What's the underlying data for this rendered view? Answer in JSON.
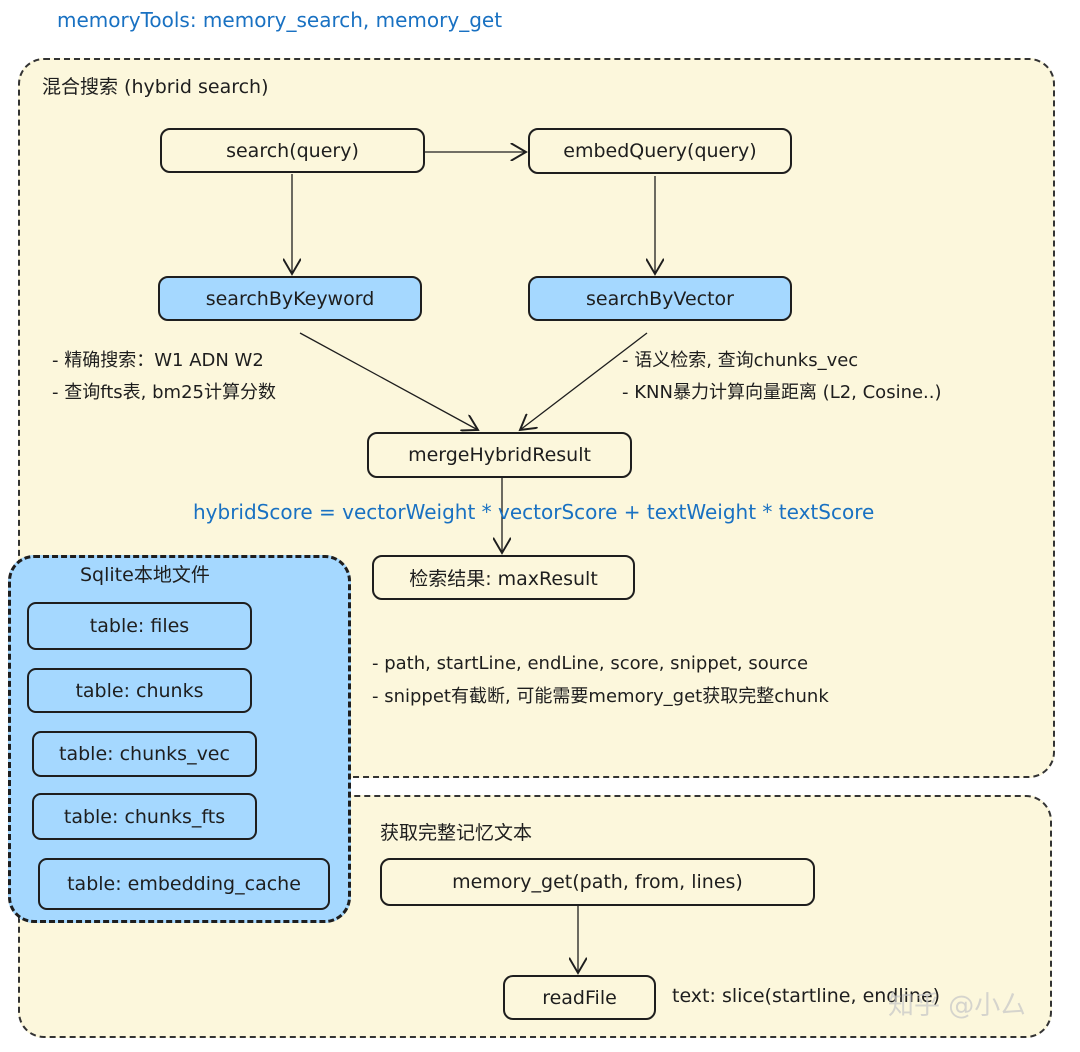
{
  "title": "memoryTools: memory_search, memory_get",
  "hybrid_group": {
    "label": "混合搜索 (hybrid search)",
    "nodes": {
      "search": "search(query)",
      "embed": "embedQuery(query)",
      "keyword": "searchByKeyword",
      "vector": "searchByVector",
      "merge": "mergeHybridResult",
      "result": "检索结果: maxResult"
    },
    "keyword_notes": [
      "- 精确搜索：W1 ADN W2",
      "- 查询fts表, bm25计算分数"
    ],
    "vector_notes": [
      "- 语义检索, 查询chunks_vec",
      "- KNN暴力计算向量距离 (L2, Cosine..)"
    ],
    "formula": "hybridScore = vectorWeight * vectorScore + textWeight * textScore",
    "result_notes": [
      "- path, startLine, endLine, score, snippet, source",
      "- snippet有截断, 可能需要memory_get获取完整chunk"
    ]
  },
  "sqlite": {
    "title": "Sqlite本地文件",
    "tables": [
      "table: files",
      "table: chunks",
      "table: chunks_vec",
      "table: chunks_fts",
      "table: embedding_cache"
    ]
  },
  "get_group": {
    "label": "获取完整记忆文本",
    "memory_get": "memory_get(path, from, lines)",
    "read_file": "readFile",
    "slice_note": "text: slice(startline, endline)"
  },
  "watermark": "知乎 @小厶",
  "colors": {
    "group_bg": "#fcf7dc",
    "node_blue": "#a5d8ff",
    "accent_text": "#1971c2"
  }
}
